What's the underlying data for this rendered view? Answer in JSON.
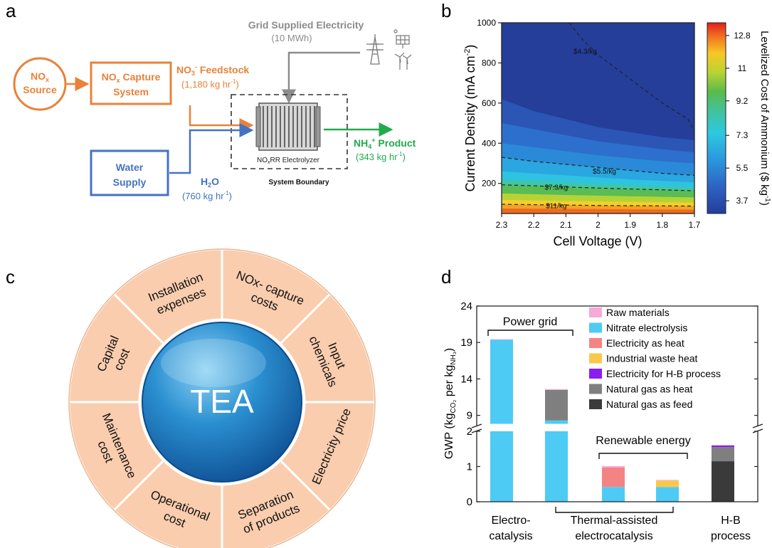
{
  "panel_labels": {
    "a": "a",
    "b": "b",
    "c": "c",
    "d": "d"
  },
  "panel_a": {
    "source_line1": "NO",
    "source_sub": "x",
    "source_line2": "Source",
    "capture_line1_a": "NO",
    "capture_line1_sub": "x",
    "capture_line1_b": " Capture",
    "capture_line2": "System",
    "feedstock_a": "NO",
    "feedstock_sub": "3",
    "feedstock_sup": "-",
    "feedstock_b": " Feedstock",
    "feedstock_rate": "(1,180 kg hr",
    "feedstock_rate_sup": "-1",
    "feedstock_rate_end": ")",
    "grid_label": "Grid Supplied Electricity",
    "grid_amount": "(10 MWh)",
    "electrolyzer_a": "NO",
    "electrolyzer_sub": "x",
    "electrolyzer_b": "RR Electrolyzer",
    "system_boundary": "System Boundary",
    "product_a": "NH",
    "product_sub": "4",
    "product_sup": "+",
    "product_b": " Product",
    "product_rate": "(343 kg hr",
    "product_rate_sup": "-1",
    "product_rate_end": ")",
    "water_line1": "Water",
    "water_line2": "Supply",
    "h2o_a": "H",
    "h2o_sub": "2",
    "h2o_b": "O",
    "h2o_rate": "(760 kg hr",
    "h2o_rate_sup": "-1",
    "h2o_rate_end": ")",
    "colors": {
      "orange": "#E8823A",
      "blue": "#4472C4",
      "grey": "#8C8C8C",
      "green": "#22AA4C"
    }
  },
  "panel_c": {
    "center": "TEA",
    "segments": [
      "Installation expenses",
      "NOx- capture costs",
      "Input chemicals",
      "Electricity price",
      "Separation of products",
      "Operational cost",
      "Maintenance cost",
      "Capital cost"
    ],
    "colors": {
      "segment": "#F9CDAE",
      "hub": "#1E78BE"
    }
  },
  "chart_data": [
    {
      "type": "heatmap",
      "panel": "b",
      "xlabel": "Cell Voltage (V)",
      "ylabel_a": "Current Density (mA cm",
      "ylabel_sup": "-2",
      "ylabel_b": ")",
      "x_ticks": [
        "2.3",
        "2.2",
        "2.1",
        "2",
        "1.9",
        "1.8",
        "1.7"
      ],
      "x_tick_values": [
        2.3,
        2.2,
        2.1,
        2.0,
        1.9,
        1.8,
        1.7
      ],
      "xlim": [
        2.3,
        1.7
      ],
      "y_ticks": [
        "200",
        "400",
        "600",
        "800",
        "1000"
      ],
      "y_tick_values": [
        200,
        400,
        600,
        800,
        1000
      ],
      "ylim": [
        50,
        1000
      ],
      "colorbar_label_a": "Levelized Cost of Ammonium ($ kg",
      "colorbar_label_sup": "-1",
      "colorbar_label_b": ")",
      "colorbar_ticks": [
        "3.7",
        "5.5",
        "7.3",
        "9.2",
        "11",
        "12.8"
      ],
      "colorbar_tick_values": [
        3.7,
        5.5,
        7.3,
        9.2,
        11,
        12.8
      ],
      "colorbar_range": [
        3.0,
        13.5
      ],
      "contours": [
        {
          "label": "$4.3/kg",
          "points": [
            [
              2.09,
              1000
            ],
            [
              2.05,
              920
            ],
            [
              2.0,
              840
            ],
            [
              1.9,
              720
            ],
            [
              1.8,
              600
            ],
            [
              1.72,
              520
            ],
            [
              1.7,
              460
            ]
          ]
        },
        {
          "label": "$5.5/kg",
          "points": [
            [
              2.3,
              330
            ],
            [
              2.2,
              310
            ],
            [
              2.1,
              295
            ],
            [
              2.0,
              280
            ],
            [
              1.9,
              265
            ],
            [
              1.8,
              250
            ],
            [
              1.7,
              240
            ]
          ]
        },
        {
          "label": "$7.3/kg",
          "points": [
            [
              2.3,
              193
            ],
            [
              2.2,
              188
            ],
            [
              2.1,
              182
            ],
            [
              2.0,
              177
            ],
            [
              1.9,
              172
            ],
            [
              1.8,
              168
            ],
            [
              1.7,
              163
            ]
          ]
        },
        {
          "label": "$11/kg",
          "points": [
            [
              2.3,
              96
            ],
            [
              2.2,
              94
            ],
            [
              2.1,
              92
            ],
            [
              2.0,
              90
            ],
            [
              1.9,
              89
            ],
            [
              1.8,
              88
            ],
            [
              1.7,
              87
            ]
          ]
        }
      ]
    },
    {
      "type": "bar",
      "panel": "d",
      "ylabel": "GWP (kg",
      "ylabel_sub": "CO₂",
      "ylabel_mid": " per kg",
      "ylabel_sub2": "NH₃",
      "ylabel_end": ")",
      "y_ticks_upper": [
        "9",
        "14",
        "19",
        "24"
      ],
      "y_tick_values_upper": [
        9,
        14,
        19,
        24
      ],
      "y_ticks_lower": [
        "0",
        "1",
        "2"
      ],
      "y_tick_values_lower": [
        0,
        1,
        2
      ],
      "axis_break": [
        2,
        7.5
      ],
      "ylim": [
        0,
        24
      ],
      "categories": [
        "Electro-catalysis",
        "Thermal-assisted electrocatalysis (grid)",
        "Thermal-assisted electrocatalysis (renewable, heat)",
        "Thermal-assisted electrocatalysis (renewable, waste heat)",
        "H-B process"
      ],
      "category_labels": [
        {
          "lines": [
            "Electro-",
            "catalysis"
          ]
        },
        {
          "lines": [
            "Thermal-assisted",
            "electrocatalysis"
          ]
        },
        {
          "lines": [
            "H-B",
            "process"
          ]
        }
      ],
      "series": [
        {
          "name": "Raw materials",
          "color": "#F7A9D8",
          "values": [
            0.05,
            0.1,
            0.04,
            0.02,
            0
          ]
        },
        {
          "name": "Nitrate electrolysis",
          "color": "#4DCBF5",
          "values": [
            19.4,
            8.3,
            0.42,
            0.42,
            0
          ]
        },
        {
          "name": "Electricity as heat",
          "color": "#F48484",
          "values": [
            0,
            0,
            0.55,
            0,
            0
          ]
        },
        {
          "name": "Industrial waste heat",
          "color": "#FAC84A",
          "values": [
            0,
            0,
            0,
            0.18,
            0
          ]
        },
        {
          "name": "Electricity for H-B process",
          "color": "#8B1CF2",
          "values": [
            0,
            0,
            0,
            0,
            0.05
          ]
        },
        {
          "name": "Natural gas as heat",
          "color": "#7F7F7F",
          "values": [
            0,
            4.2,
            0,
            0,
            0.4
          ]
        },
        {
          "name": "Natural gas as feed",
          "color": "#3A3A3A",
          "values": [
            0,
            0,
            0,
            0,
            1.15
          ]
        }
      ],
      "annotations": {
        "power_grid": "Power grid",
        "renewable": "Renewable energy"
      }
    }
  ]
}
